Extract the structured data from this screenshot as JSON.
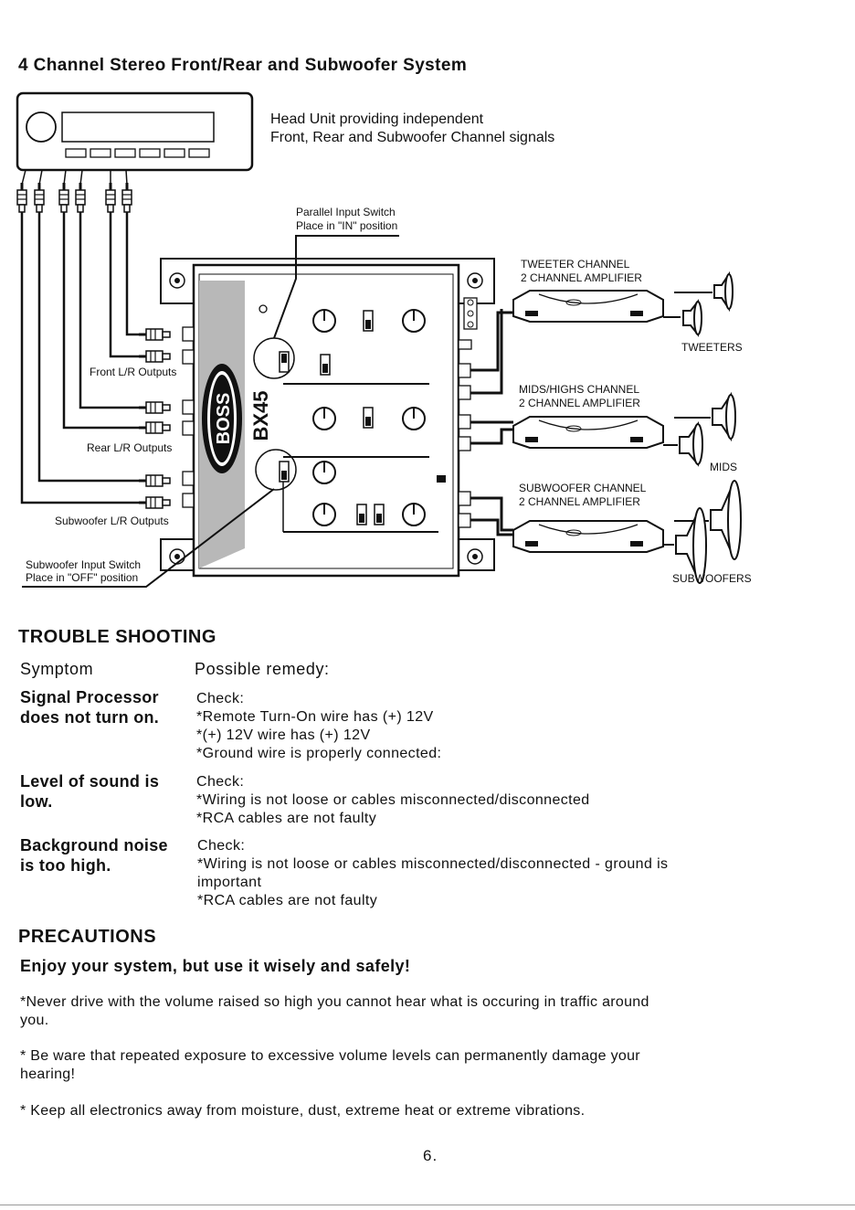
{
  "page_title": "4 Channel Stereo Front/Rear and Subwoofer System",
  "diagram": {
    "head_unit_caption": [
      "Head Unit providing independent",
      "Front, Rear and Subwoofer  Channel signals"
    ],
    "parallel_switch": [
      "Parallel Input Switch",
      "Place in \"IN\" position"
    ],
    "sub_switch": [
      "Subwoofer  Input Switch",
      "Place in \"OFF\" position"
    ],
    "front_outputs": "Front L/R Outputs",
    "rear_outputs": "Rear L/R Outputs",
    "sub_outputs": "Subwoofer L/R Outputs",
    "tweeter_amp": [
      "TWEETER CHANNEL",
      "2 CHANNEL AMPLIFIER"
    ],
    "mids_amp": [
      "MIDS/HIGHS CHANNEL",
      "2 CHANNEL AMPLIFIER"
    ],
    "sub_amp": [
      "SUBWOOFER CHANNEL",
      "2 CHANNEL AMPLIFIER"
    ],
    "tweeters": "TWEETERS",
    "mids": "MIDS",
    "subwoofers": "SUBWOOFERS",
    "brand_logo": "BOSS",
    "model": "BX45",
    "colors": {
      "line": "#111111",
      "panel_shade": "#b8b8b8"
    }
  },
  "troubleshooting": {
    "heading": "TROUBLE SHOOTING",
    "symptom_header": "Symptom",
    "remedy_header": "Possible remedy:",
    "rows": [
      {
        "symptom": [
          "Signal Processor",
          "does not turn on."
        ],
        "remedy": [
          "Check:",
          "*Remote Turn-On wire has (+) 12V",
          "*(+) 12V wire has (+) 12V",
          "*Ground wire is properly connected:"
        ]
      },
      {
        "symptom": [
          "Level of sound is",
          "low."
        ],
        "remedy": [
          "Check:",
          "*Wiring is not loose or cables misconnected/disconnected",
          "*RCA cables are not faulty"
        ]
      },
      {
        "symptom": [
          "Background noise",
          "is too high."
        ],
        "remedy": [
          "Check:",
          "*Wiring is not loose or cables misconnected/disconnected - ground is",
          "important",
          "*RCA cables are not faulty"
        ]
      }
    ]
  },
  "precautions": {
    "heading": "PRECAUTIONS",
    "subheading": "Enjoy your system, but use it wisely and safely!",
    "items": [
      [
        "*Never drive with the volume raised so high you cannot hear what is occuring in traffic around",
        "you."
      ],
      [
        "* Be ware that repeated exposure to excessive volume levels can permanently damage your",
        "hearing!"
      ],
      [
        "* Keep all electronics away from moisture, dust, extreme heat or extreme vibrations."
      ]
    ]
  },
  "page_number": "6."
}
